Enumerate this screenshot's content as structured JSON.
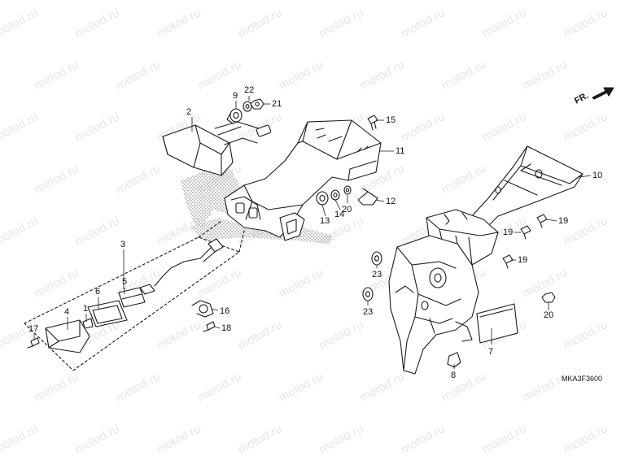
{
  "diagram_code": "MKA3F3600",
  "direction_label": "FR.",
  "watermark_text": "motod.ru",
  "line_color": "#1a1a1a",
  "hatch_color": "#777777",
  "callouts": [
    {
      "id": "1",
      "label": "1"
    },
    {
      "id": "2",
      "label": "2"
    },
    {
      "id": "3",
      "label": "3"
    },
    {
      "id": "4",
      "label": "4"
    },
    {
      "id": "5",
      "label": "5"
    },
    {
      "id": "6",
      "label": "6"
    },
    {
      "id": "7",
      "label": "7"
    },
    {
      "id": "8",
      "label": "8"
    },
    {
      "id": "9",
      "label": "9"
    },
    {
      "id": "10",
      "label": "10"
    },
    {
      "id": "11",
      "label": "11"
    },
    {
      "id": "12",
      "label": "12"
    },
    {
      "id": "13",
      "label": "13"
    },
    {
      "id": "14",
      "label": "14"
    },
    {
      "id": "15",
      "label": "15"
    },
    {
      "id": "16",
      "label": "16"
    },
    {
      "id": "17",
      "label": "17"
    },
    {
      "id": "18",
      "label": "18"
    },
    {
      "id": "19a",
      "label": "19"
    },
    {
      "id": "19b",
      "label": "19"
    },
    {
      "id": "19c",
      "label": "19"
    },
    {
      "id": "20a",
      "label": "20"
    },
    {
      "id": "20b",
      "label": "20"
    },
    {
      "id": "21",
      "label": "21"
    },
    {
      "id": "22",
      "label": "22"
    },
    {
      "id": "23a",
      "label": "23"
    },
    {
      "id": "23b",
      "label": "23"
    }
  ]
}
